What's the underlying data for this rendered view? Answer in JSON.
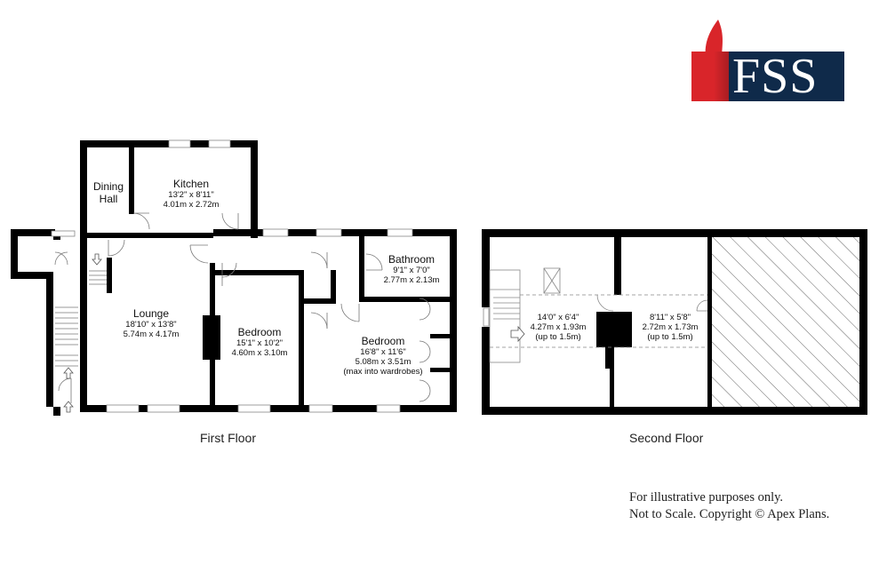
{
  "brand": {
    "logo_text": "FSS",
    "colors": {
      "navy": "#0f2a4a",
      "red": "#d9252a",
      "white": "#ffffff"
    },
    "icon": "feather-icon"
  },
  "floors": [
    {
      "title": "First Floor",
      "rooms": [
        {
          "name": "Dining Hall",
          "line1": "Dining",
          "line2": "Hall"
        },
        {
          "name": "Kitchen",
          "imperial": "13'2\" x 8'11\"",
          "metric": "4.01m x 2.72m"
        },
        {
          "name": "Bathroom",
          "imperial": "9'1\" x 7'0\"",
          "metric": "2.77m x 2.13m"
        },
        {
          "name": "Lounge",
          "imperial": "18'10\" x 13'8\"",
          "metric": "5.74m x 4.17m"
        },
        {
          "name": "Bedroom",
          "imperial": "15'1\" x 10'2\"",
          "metric": "4.60m x 3.10m"
        },
        {
          "name": "Bedroom",
          "imperial": "16'8\" x 11'6\"",
          "metric": "5.08m x 3.51m",
          "note": "(max into wardrobes)"
        }
      ]
    },
    {
      "title": "Second Floor",
      "rooms": [
        {
          "name": "",
          "imperial": "14'0\" x 6'4\"",
          "metric": "4.27m x 1.93m",
          "note": "(up to 1.5m)"
        },
        {
          "name": "",
          "imperial": "8'11\" x 5'8\"",
          "metric": "2.72m x 1.73m",
          "note": "(up to 1.5m)"
        }
      ]
    }
  ],
  "disclaimer": {
    "line1": "For illustrative purposes only.",
    "line2": "Not to Scale. Copyright © Apex Plans."
  }
}
